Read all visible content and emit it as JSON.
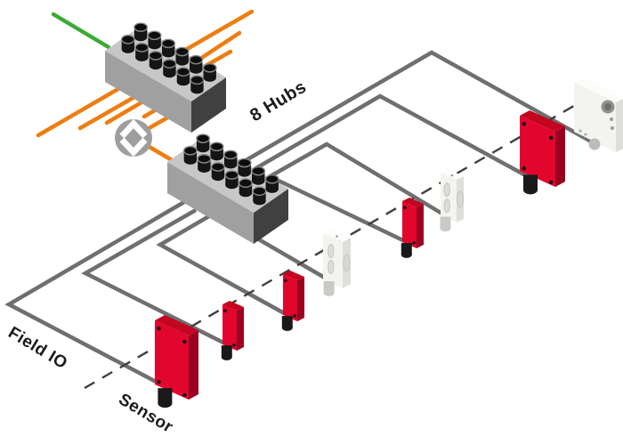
{
  "diagram": {
    "background": "#ffffff",
    "labels": {
      "hubs": "8 Hubs",
      "field_io": "Field IO",
      "sensor": "Sensor"
    },
    "label_color": "#1a1a1a",
    "colors": {
      "orange_cable": "#ee7d11",
      "green_cable": "#3aaa35",
      "gray_cable": "#6f6f6f",
      "dashed_axis": "#3f3f3f",
      "hub_top": "#c7c7c7",
      "hub_front": "#a0a0a0",
      "hub_side": "#404040",
      "port_black": "#151515",
      "port_ring": "#858585",
      "red_front": "#e2062c",
      "red_side": "#9c0020",
      "red_top": "#c4051f",
      "white_front": "#f3f3f0",
      "white_side": "#dededa",
      "white_top": "#fcfcfb",
      "connector_black": "#191919",
      "connector_gray": "#c9c9c6",
      "exchange_icon_bg": "#9e9e9e",
      "exchange_icon_arrows": "#ffffff"
    },
    "devices": {
      "hub_blocks": 2,
      "hub_ports_per_block": 12,
      "sensors": 8,
      "red_sensors": 5,
      "white_sensors": 3
    }
  }
}
